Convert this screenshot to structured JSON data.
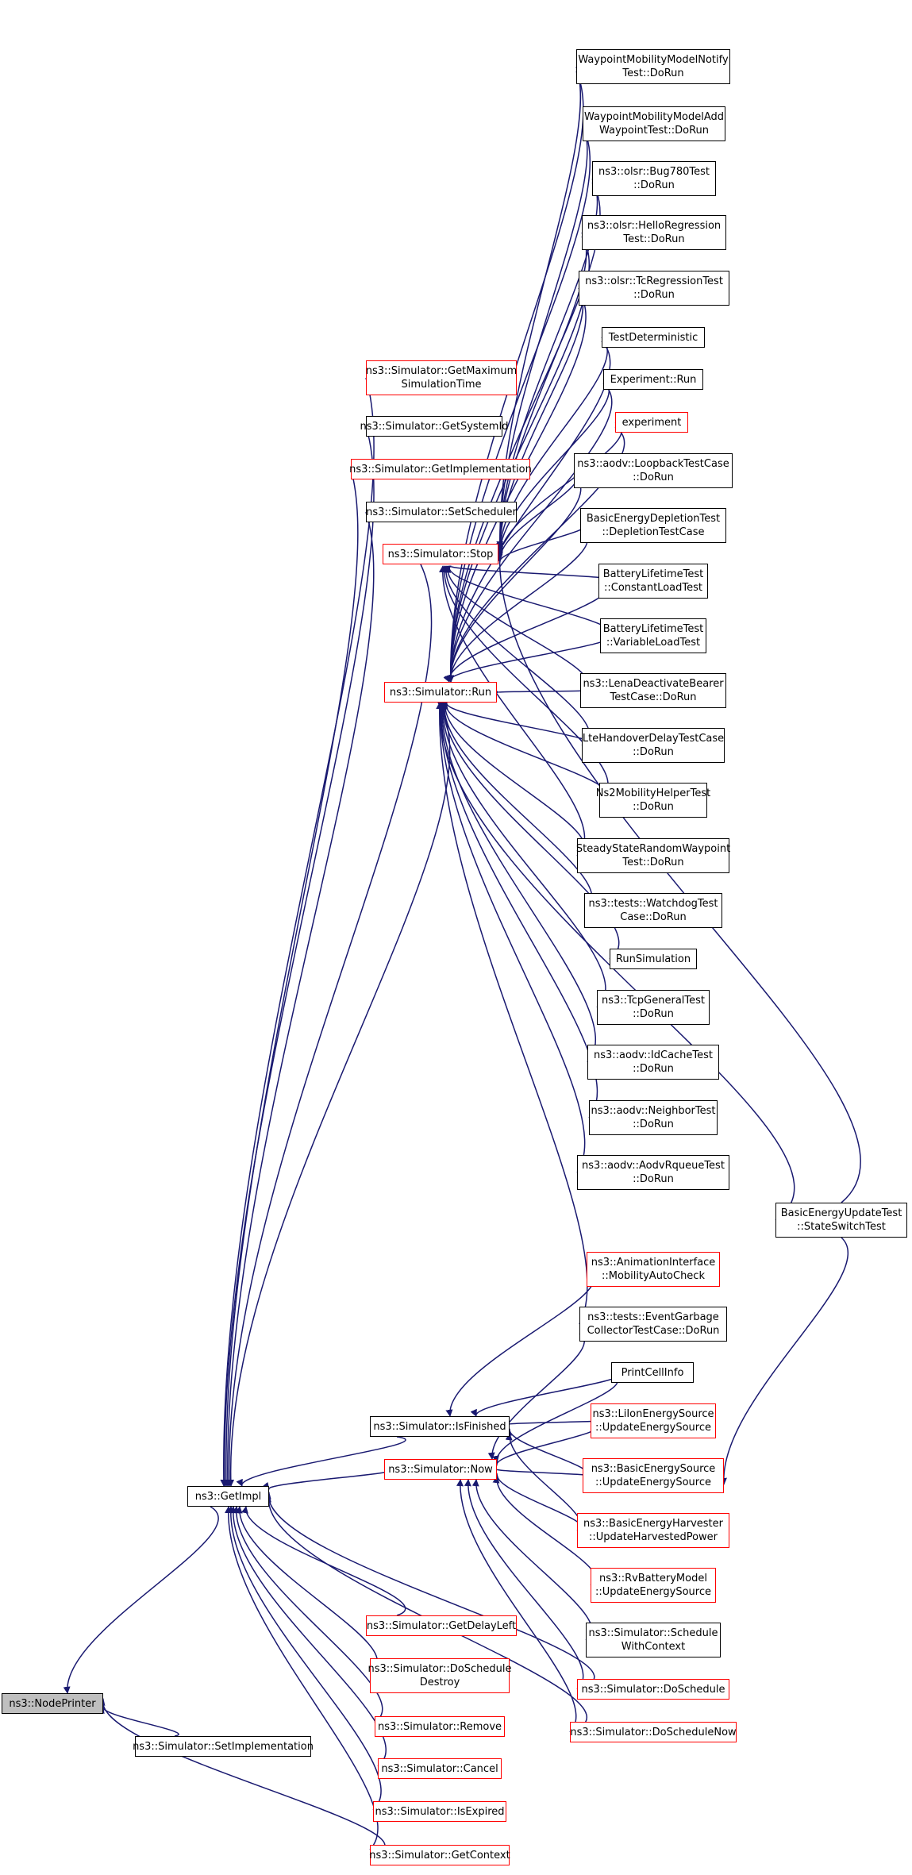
{
  "graph": {
    "edge_color": "#191970",
    "node_border_color": "#000000",
    "undocumented_border_color": "#ff0000",
    "focus_fill_color": "#bfbfbf",
    "nodes": {
      "node_printer": "ns3::NodePrinter",
      "set_implementation": "ns3::Simulator::SetImplementation",
      "get_impl": "ns3::GetImpl",
      "get_maximum_simulation_time": "ns3::Simulator::GetMaximum\nSimulationTime",
      "get_system_id": "ns3::Simulator::GetSystemId",
      "get_implementation": "ns3::Simulator::GetImplementation",
      "set_scheduler": "ns3::Simulator::SetScheduler",
      "stop": "ns3::Simulator::Stop",
      "run": "ns3::Simulator::Run",
      "is_finished": "ns3::Simulator::IsFinished",
      "now": "ns3::Simulator::Now",
      "get_delay_left": "ns3::Simulator::GetDelayLeft",
      "do_schedule_destroy": "ns3::Simulator::DoSchedule\nDestroy",
      "remove": "ns3::Simulator::Remove",
      "cancel": "ns3::Simulator::Cancel",
      "is_expired": "ns3::Simulator::IsExpired",
      "get_context": "ns3::Simulator::GetContext",
      "waypoint_notify": "WaypointMobilityModelNotify\nTest::DoRun",
      "waypoint_add": "WaypointMobilityModelAdd\nWaypointTest::DoRun",
      "olsr_bug780": "ns3::olsr::Bug780Test\n::DoRun",
      "olsr_hello": "ns3::olsr::HelloRegression\nTest::DoRun",
      "olsr_tc": "ns3::olsr::TcRegressionTest\n::DoRun",
      "test_deterministic": "TestDeterministic",
      "experiment_run": "Experiment::Run",
      "experiment": "experiment",
      "aodv_loopback": "ns3::aodv::LoopbackTestCase\n::DoRun",
      "basic_energy_depletion": "BasicEnergyDepletionTest\n::DepletionTestCase",
      "battery_constant": "BatteryLifetimeTest\n::ConstantLoadTest",
      "battery_variable": "BatteryLifetimeTest\n::VariableLoadTest",
      "lena_deactivate": "ns3::LenaDeactivateBearer\nTestCase::DoRun",
      "lte_handover": "LteHandoverDelayTestCase\n::DoRun",
      "ns2_mobility": "Ns2MobilityHelperTest\n::DoRun",
      "steady_state": "SteadyStateRandomWaypoint\nTest::DoRun",
      "watchdog": "ns3::tests::WatchdogTest\nCase::DoRun",
      "run_simulation": "RunSimulation",
      "tcp_general": "ns3::TcpGeneralTest\n::DoRun",
      "aodv_idcache": "ns3::aodv::IdCacheTest\n::DoRun",
      "aodv_neighbor": "ns3::aodv::NeighborTest\n::DoRun",
      "aodv_rqueue": "ns3::aodv::AodvRqueueTest\n::DoRun",
      "basic_energy_update": "BasicEnergyUpdateTest\n::StateSwitchTest",
      "animation_mobility": "ns3::AnimationInterface\n::MobilityAutoCheck",
      "event_garbage": "ns3::tests::EventGarbage\nCollectorTestCase::DoRun",
      "print_cell_info": "PrintCellInfo",
      "liion_update": "ns3::LiIonEnergySource\n::UpdateEnergySource",
      "basic_energy_source_update": "ns3::BasicEnergySource\n::UpdateEnergySource",
      "basic_energy_harvester": "ns3::BasicEnergyHarvester\n::UpdateHarvestedPower",
      "rv_battery": "ns3::RvBatteryModel\n::UpdateEnergySource",
      "schedule_with_context": "ns3::Simulator::Schedule\nWithContext",
      "do_schedule": "ns3::Simulator::DoSchedule",
      "do_schedule_now": "ns3::Simulator::DoScheduleNow"
    }
  }
}
